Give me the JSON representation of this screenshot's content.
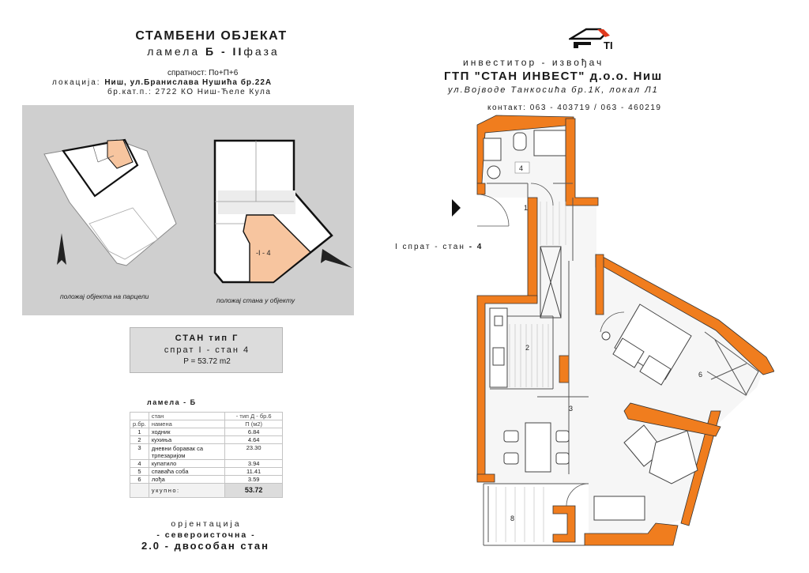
{
  "project": {
    "title": "СТАМБЕНИ ОБЈЕКАТ",
    "lamela_prefix": "ламела",
    "lamela_id": "Б - II",
    "lamela_suffix": "фаза",
    "floors": "спратност: По+П+6",
    "location_label": "локација:",
    "location_value": "Ниш, ул.Бранислава Нушића бр.22А",
    "cadastre": "бр.кат.п.: 2722 КО Ниш-Ћеле Кула"
  },
  "site_panel": {
    "caption_parcel": "положај објекта на парцели",
    "caption_building": "положај стана у објекту",
    "apartment_tag": "-I - 4",
    "highlight_color": "#f7c59f"
  },
  "apartment_type": {
    "line1": "СТАН  тип Г",
    "line2": "спрат I - стан 4",
    "line3": "P  =  53.72 m2"
  },
  "room_table": {
    "lamela": "ламела - Б",
    "header_row1": {
      "label": "стан",
      "value": "- тип Д  - бр.6"
    },
    "header_row2": {
      "num": "р.бр.",
      "label": "намена",
      "value": "П (м2)"
    },
    "rooms": [
      {
        "num": "1",
        "name": "ходник",
        "area": "6.84"
      },
      {
        "num": "2",
        "name": "кухиња",
        "area": "4.64"
      },
      {
        "num": "3",
        "name": "дневни боравак са трпезаријом",
        "area": "23.30"
      },
      {
        "num": "4",
        "name": "купатило",
        "area": "3.94"
      },
      {
        "num": "5",
        "name": "спаваћа соба",
        "area": "11.41"
      },
      {
        "num": "6",
        "name": "лођа",
        "area": "3.59"
      }
    ],
    "total_label": "укупно:",
    "total_value": "53.72"
  },
  "orientation": {
    "label": "орјентација",
    "value": "- североисточна -",
    "apartment_kind": "2.0 - двособан стан"
  },
  "investor": {
    "logo_text": "TI",
    "label": "инвеститор - извођач",
    "name": "ГТП \"СТАН ИНВЕСТ\" д.о.о. Ниш",
    "address": "ул.Војводе Танкосића бр.1К, локал Л1",
    "contact": "контакт: 063 - 403719 / 063 - 460219"
  },
  "floor_plan": {
    "floor_label_prefix": "I спрат - стан",
    "floor_label_num": "- 4",
    "wall_color": "#f07d1e",
    "room_labels": [
      "1",
      "2",
      "3",
      "4",
      "6",
      "8"
    ]
  }
}
